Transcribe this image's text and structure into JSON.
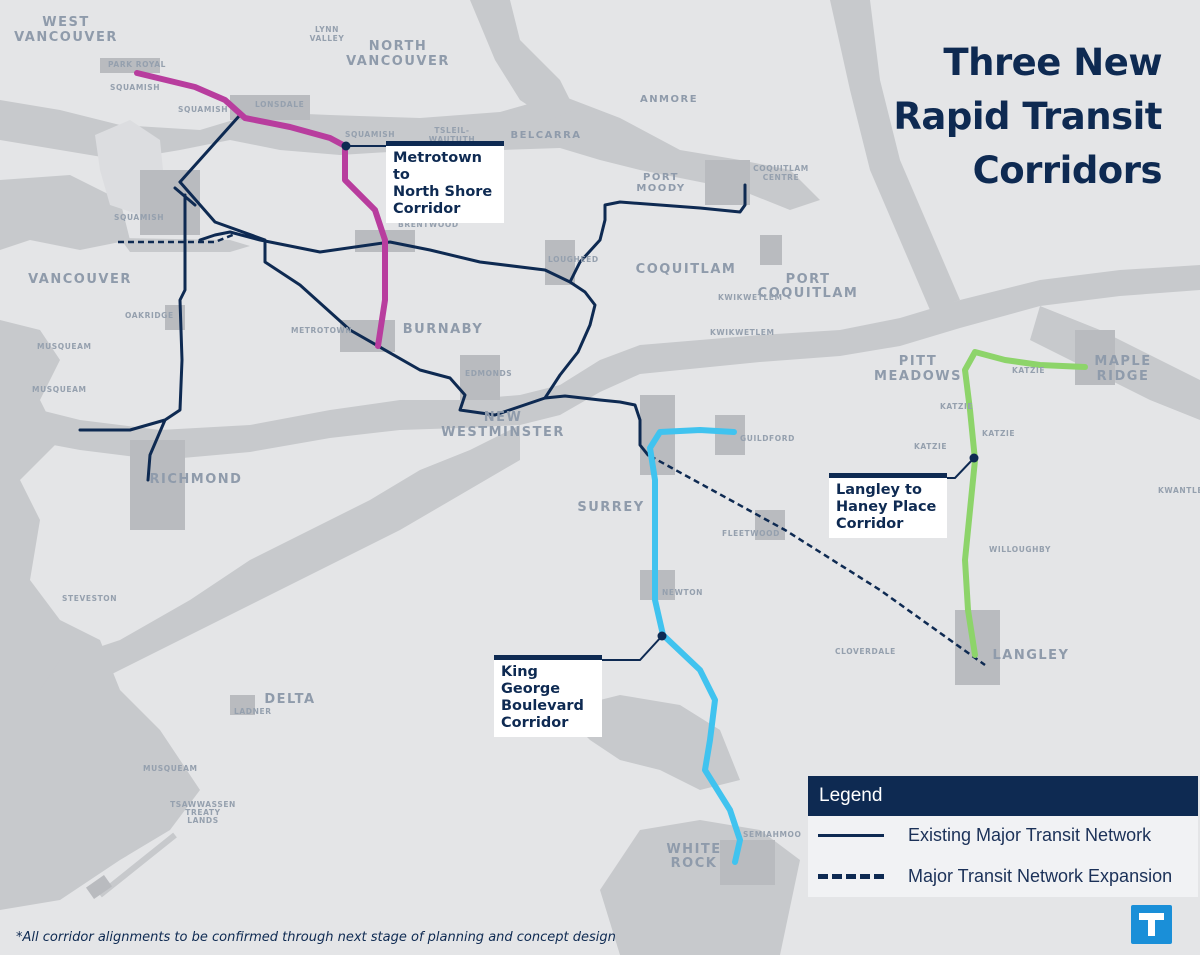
{
  "title": [
    "Three New",
    "Rapid Transit",
    "Corridors"
  ],
  "colors": {
    "background": "#e4e5e7",
    "water": "#c7c9cc",
    "urban": "#b9bbbf",
    "existing_network": "#0e2a52",
    "north_shore_corridor": "#b83d9e",
    "king_george_corridor": "#40c3ef",
    "langley_haney_corridor": "#8dd46a",
    "logo": "#1a8fd8"
  },
  "regions": [
    {
      "id": "west-vancouver",
      "lines": [
        "WEST",
        "VANCOUVER"
      ]
    },
    {
      "id": "north-vancouver",
      "lines": [
        "NORTH",
        "VANCOUVER"
      ]
    },
    {
      "id": "lynn-valley",
      "lines": [
        "LYNN",
        "VALLEY"
      ]
    },
    {
      "id": "vancouver",
      "lines": [
        "VANCOUVER"
      ]
    },
    {
      "id": "burnaby",
      "lines": [
        "BURNABY"
      ]
    },
    {
      "id": "coquitlam",
      "lines": [
        "COQUITLAM"
      ]
    },
    {
      "id": "port-coquitlam",
      "lines": [
        "PORT",
        "COQUITLAM"
      ]
    },
    {
      "id": "port-moody",
      "lines": [
        "PORT",
        "MOODY"
      ]
    },
    {
      "id": "anmore",
      "lines": [
        "ANMORE"
      ]
    },
    {
      "id": "belcarra",
      "lines": [
        "BELCARRA"
      ]
    },
    {
      "id": "pitt-meadows",
      "lines": [
        "PITT",
        "MEADOWS"
      ]
    },
    {
      "id": "maple-ridge",
      "lines": [
        "MAPLE",
        "RIDGE"
      ]
    },
    {
      "id": "new-westminster",
      "lines": [
        "NEW",
        "WESTMINSTER"
      ]
    },
    {
      "id": "richmond",
      "lines": [
        "RICHMOND"
      ]
    },
    {
      "id": "surrey",
      "lines": [
        "SURREY"
      ]
    },
    {
      "id": "langley",
      "lines": [
        "LANGLEY"
      ]
    },
    {
      "id": "delta",
      "lines": [
        "DELTA"
      ]
    },
    {
      "id": "white-rock",
      "lines": [
        "WHITE",
        "ROCK"
      ]
    }
  ],
  "places": [
    {
      "id": "park-royal",
      "text": "PARK ROYAL"
    },
    {
      "id": "lonsdale",
      "text": "LONSDALE"
    },
    {
      "id": "squamish-1",
      "text": "SQUAMISH"
    },
    {
      "id": "squamish-2",
      "text": "SQUAMISH"
    },
    {
      "id": "squamish-3",
      "text": "SQUAMISH"
    },
    {
      "id": "squamish-4",
      "text": "SQUAMISH"
    },
    {
      "id": "tsleil-waututh",
      "lines": [
        "TSLEIL-",
        "WAUTUTH"
      ]
    },
    {
      "id": "coquitlam-centre",
      "lines": [
        "COQUITLAM",
        "CENTRE"
      ]
    },
    {
      "id": "brentwood",
      "text": "BRENTWOOD"
    },
    {
      "id": "lougheed",
      "text": "LOUGHEED"
    },
    {
      "id": "metrotown",
      "text": "METROTOWN"
    },
    {
      "id": "oakridge",
      "text": "OAKRIDGE"
    },
    {
      "id": "edmonds",
      "text": "EDMONDS"
    },
    {
      "id": "musqueam-1",
      "text": "MUSQUEAM"
    },
    {
      "id": "musqueam-2",
      "text": "MUSQUEAM"
    },
    {
      "id": "musqueam-3",
      "text": "MUSQUEAM"
    },
    {
      "id": "kwikwetlem-1",
      "text": "KWIKWETLEM"
    },
    {
      "id": "kwikwetlem-2",
      "text": "KWIKWETLEM"
    },
    {
      "id": "katzie-1",
      "text": "KATZIE"
    },
    {
      "id": "katzie-2",
      "text": "KATZIE"
    },
    {
      "id": "katzie-3",
      "text": "KATZIE"
    },
    {
      "id": "katzie-4",
      "text": "KATZIE"
    },
    {
      "id": "kwantlen",
      "text": "KWANTLEN"
    },
    {
      "id": "guildford",
      "text": "GUILDFORD"
    },
    {
      "id": "fleetwood",
      "text": "FLEETWOOD"
    },
    {
      "id": "willoughby",
      "text": "WILLOUGHBY"
    },
    {
      "id": "newton",
      "text": "NEWTON"
    },
    {
      "id": "cloverdale",
      "text": "CLOVERDALE"
    },
    {
      "id": "steveston",
      "text": "STEVESTON"
    },
    {
      "id": "ladner",
      "text": "LADNER"
    },
    {
      "id": "semiahmoo",
      "text": "SEMIAHMOO"
    },
    {
      "id": "tsawwassen",
      "lines": [
        "TSAWWASSEN",
        "TREATY",
        "LANDS"
      ]
    }
  ],
  "callouts": {
    "north_shore": "Metrotown to\nNorth Shore\nCorridor",
    "langley_haney": "Langley to\nHaney Place\nCorridor",
    "king_george": "King George\nBoulevard\nCorridor"
  },
  "legend": {
    "title": "Legend",
    "existing": "Existing Major Transit Network",
    "expansion": "Major Transit Network Expansion"
  },
  "footnote": "*All corridor alignments to be confirmed through next stage of planning and concept design",
  "logo_icon": "translink-t-icon"
}
